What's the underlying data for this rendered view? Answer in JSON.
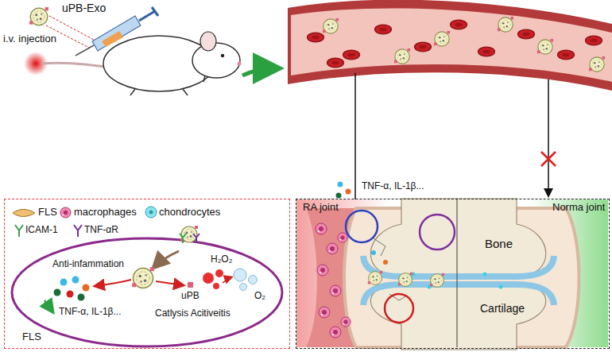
{
  "diagram": {
    "nodes": [
      {
        "text": [
          "FLS"
        ]
      },
      {
        "text": [
          "RA joint",
          "Norma joint"
        ]
      }
    ],
    "labels": [
      "uPB-Exo",
      "i.v. injection",
      "TNF-α, IL-1β...",
      "Anti-infammation",
      "H₂O₂",
      "O₂",
      "uPB",
      "TNF-α, IL-1β...",
      "Catlysis Acitiveitis",
      "Bone",
      "Cartilage"
    ],
    "legend": [
      {
        "text": "FLS"
      },
      {
        "text": "macrophages"
      },
      {
        "text": "chondrocytes"
      },
      {
        "text": "ICAM-1"
      },
      {
        "text": "TNF-αR"
      }
    ]
  }
}
